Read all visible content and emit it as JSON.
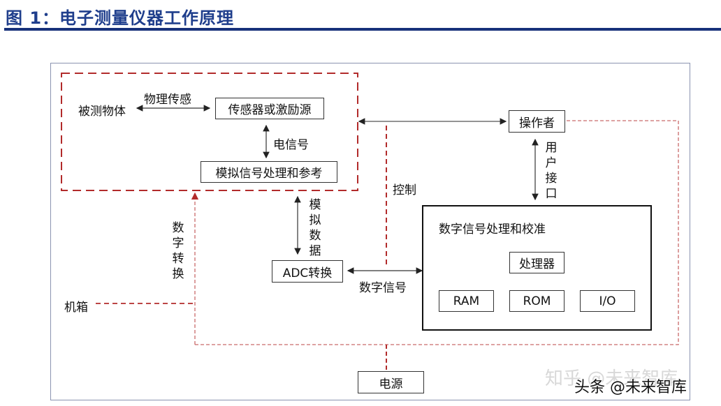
{
  "figure": {
    "title": "图 1：电子测量仪器工作原理"
  },
  "nodes": {
    "measured_object": "被测物体",
    "sensor": "传感器或激励源",
    "analog_processing": "模拟信号处理和参考",
    "adc": "ADC转换",
    "operator": "操作者",
    "dsp": "数字信号处理和校准",
    "processor": "处理器",
    "ram": "RAM",
    "rom": "ROM",
    "io": "I/O",
    "chassis": "机箱",
    "power": "电源"
  },
  "edge_labels": {
    "physical_sensing": "物理传感",
    "electrical_signal": "电信号",
    "analog_data": "模拟数据",
    "digital_conversion": "数字转换",
    "control": "控制",
    "user_interface": "用户接口",
    "digital_signal": "数字信号"
  },
  "watermarks": {
    "zhihu": "知乎 @未来智库",
    "toutiao": "头条 @未来智库"
  },
  "colors": {
    "title": "#1f3e8c",
    "title_rule": "#17317a",
    "dashed_red": "#b22b2b",
    "dashed_pink": "#c96a6a"
  }
}
